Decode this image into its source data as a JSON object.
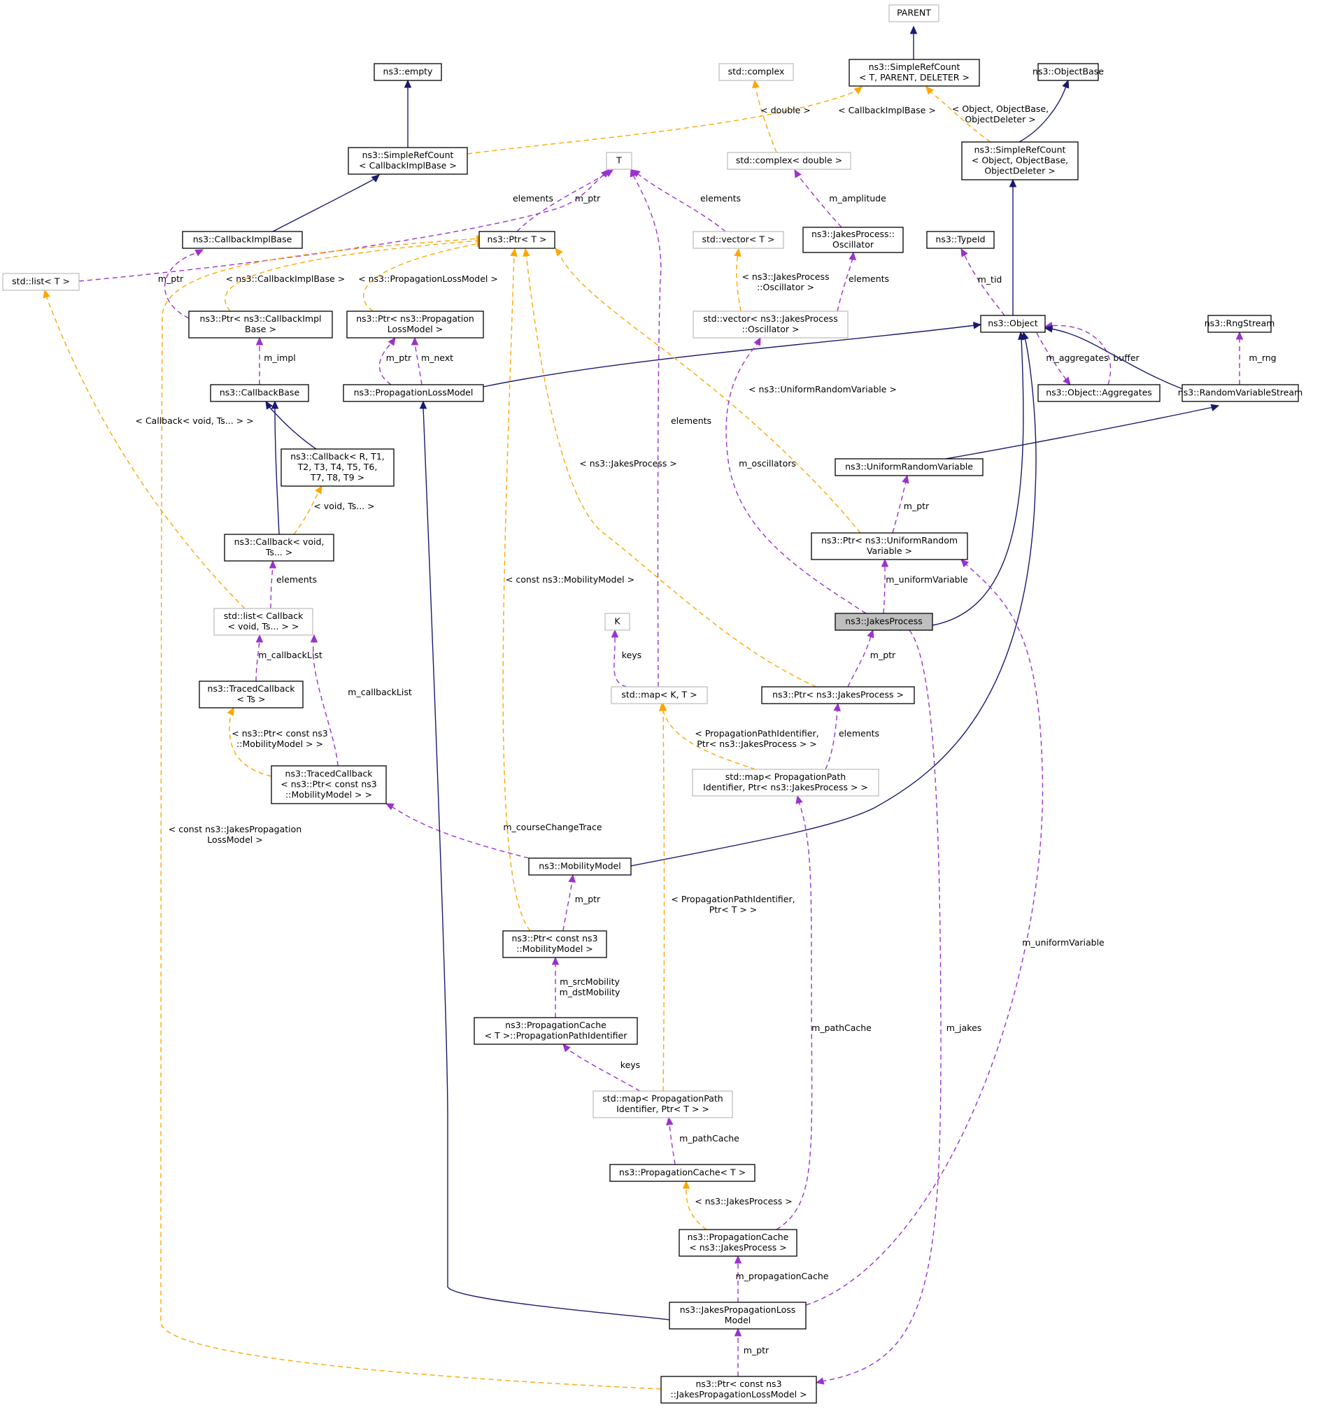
{
  "diagram": {
    "nodes": [
      {
        "id": "PARENT",
        "lines": [
          "PARENT"
        ],
        "ext": true
      },
      {
        "id": "SRC_T",
        "lines": [
          "ns3::SimpleRefCount",
          "< T, PARENT, DELETER >"
        ]
      },
      {
        "id": "ObjectBase",
        "lines": [
          "ns3::ObjectBase"
        ]
      },
      {
        "id": "empty",
        "lines": [
          "ns3::empty"
        ]
      },
      {
        "id": "stdcomplex",
        "lines": [
          "std::complex"
        ],
        "ext": true
      },
      {
        "id": "SRC_Obj",
        "lines": [
          "ns3::SimpleRefCount",
          "< Object, ObjectBase,",
          "ObjectDeleter >"
        ]
      },
      {
        "id": "SRC_CIB",
        "lines": [
          "ns3::SimpleRefCount",
          "< CallbackImplBase >"
        ]
      },
      {
        "id": "cplxd",
        "lines": [
          "std::complex< double >"
        ],
        "ext": true
      },
      {
        "id": "T",
        "lines": [
          "T"
        ],
        "ext": true
      },
      {
        "id": "CIB",
        "lines": [
          "ns3::CallbackImplBase"
        ]
      },
      {
        "id": "PtrT",
        "lines": [
          "ns3::Ptr< T >"
        ]
      },
      {
        "id": "stdlistT",
        "lines": [
          "std::list< T >"
        ],
        "ext": true
      },
      {
        "id": "vecT",
        "lines": [
          "std::vector< T >"
        ],
        "ext": true
      },
      {
        "id": "Osc",
        "lines": [
          "ns3::JakesProcess::",
          "Oscillator"
        ]
      },
      {
        "id": "TypeId",
        "lines": [
          "ns3::TypeId"
        ]
      },
      {
        "id": "PtrCIB",
        "lines": [
          "ns3::Ptr< ns3::CallbackImpl",
          "Base >"
        ]
      },
      {
        "id": "PtrPLM",
        "lines": [
          "ns3::Ptr< ns3::Propagation",
          "LossModel >"
        ]
      },
      {
        "id": "vecOsc",
        "lines": [
          "std::vector< ns3::JakesProcess",
          "::Oscillator >"
        ],
        "ext": true
      },
      {
        "id": "Object",
        "lines": [
          "ns3::Object"
        ]
      },
      {
        "id": "RngStream",
        "lines": [
          "ns3::RngStream"
        ]
      },
      {
        "id": "CB",
        "lines": [
          "ns3::CallbackBase"
        ]
      },
      {
        "id": "PLM",
        "lines": [
          "ns3::PropagationLossModel"
        ]
      },
      {
        "id": "Agg",
        "lines": [
          "ns3::Object::Aggregates"
        ]
      },
      {
        "id": "RVS",
        "lines": [
          "ns3::RandomVariableStream"
        ]
      },
      {
        "id": "CB9",
        "lines": [
          "ns3::Callback< R, T1,",
          "T2, T3, T4, T5, T6,",
          "T7, T8, T9 >"
        ]
      },
      {
        "id": "URV",
        "lines": [
          "ns3::UniformRandomVariable"
        ]
      },
      {
        "id": "CBv",
        "lines": [
          "ns3::Callback< void,",
          "Ts... >"
        ]
      },
      {
        "id": "PtrURV",
        "lines": [
          "ns3::Ptr< ns3::UniformRandom",
          "Variable >"
        ]
      },
      {
        "id": "listCB",
        "lines": [
          "std::list< Callback",
          "< void, Ts... > >"
        ],
        "ext": true
      },
      {
        "id": "K",
        "lines": [
          "K"
        ],
        "ext": true
      },
      {
        "id": "JP",
        "lines": [
          "ns3::JakesProcess"
        ],
        "hl": true
      },
      {
        "id": "TC",
        "lines": [
          "ns3::TracedCallback",
          "< Ts >"
        ]
      },
      {
        "id": "mapKT",
        "lines": [
          "std::map< K, T >"
        ],
        "ext": true
      },
      {
        "id": "PtrJP",
        "lines": [
          "ns3::Ptr< ns3::JakesProcess >"
        ]
      },
      {
        "id": "mapPPI_JP",
        "lines": [
          "std::map< PropagationPath",
          "Identifier, Ptr< ns3::JakesProcess > >"
        ],
        "ext": true
      },
      {
        "id": "TCMM",
        "lines": [
          "ns3::TracedCallback",
          "< ns3::Ptr< const ns3",
          "::MobilityModel > >"
        ]
      },
      {
        "id": "MM",
        "lines": [
          "ns3::MobilityModel"
        ]
      },
      {
        "id": "PtrMM",
        "lines": [
          "ns3::Ptr< const ns3",
          "::MobilityModel >"
        ]
      },
      {
        "id": "PPI",
        "lines": [
          "ns3::PropagationCache",
          "< T >::PropagationPathIdentifier"
        ]
      },
      {
        "id": "mapPPI_T",
        "lines": [
          "std::map< PropagationPath",
          "Identifier, Ptr< T > >"
        ],
        "ext": true
      },
      {
        "id": "PCT",
        "lines": [
          "ns3::PropagationCache< T >"
        ]
      },
      {
        "id": "PCJP",
        "lines": [
          "ns3::PropagationCache",
          "< ns3::JakesProcess >"
        ]
      },
      {
        "id": "JPLM",
        "lines": [
          "ns3::JakesPropagationLoss",
          "Model"
        ]
      },
      {
        "id": "PtrJPLM",
        "lines": [
          "ns3::Ptr< const ns3",
          "::JakesPropagationLossModel >"
        ]
      }
    ],
    "edges": [
      {
        "from": "SRC_T",
        "to": "PARENT",
        "type": "inherit"
      },
      {
        "from": "SRC_Obj",
        "to": "ObjectBase",
        "type": "inherit"
      },
      {
        "from": "SRC_Obj",
        "to": "SRC_T",
        "type": "template",
        "label": [
          "< Object, ObjectBase,",
          "ObjectDeleter >"
        ]
      },
      {
        "from": "SRC_CIB",
        "to": "empty",
        "type": "inherit"
      },
      {
        "from": "SRC_CIB",
        "to": "SRC_T",
        "type": "template",
        "label": [
          "< CallbackImplBase >"
        ]
      },
      {
        "from": "cplxd",
        "to": "stdcomplex",
        "type": "template",
        "label": [
          "< double >"
        ]
      },
      {
        "from": "CIB",
        "to": "SRC_CIB",
        "type": "inherit"
      },
      {
        "from": "PtrT",
        "to": "T",
        "type": "usage",
        "label": [
          "m_ptr"
        ]
      },
      {
        "from": "stdlistT",
        "to": "T",
        "type": "usage",
        "label": [
          "elements"
        ]
      },
      {
        "from": "vecT",
        "to": "T",
        "type": "usage",
        "label": [
          "elements"
        ]
      },
      {
        "from": "Osc",
        "to": "cplxd",
        "type": "usage",
        "label": [
          "m_amplitude"
        ]
      },
      {
        "from": "PtrCIB",
        "to": "CIB",
        "type": "usage",
        "label": [
          "m_ptr"
        ]
      },
      {
        "from": "PtrCIB",
        "to": "PtrT",
        "type": "template",
        "label": [
          "< ns3::CallbackImplBase >"
        ]
      },
      {
        "from": "PtrPLM",
        "to": "PtrT",
        "type": "template",
        "label": [
          "< ns3::PropagationLossModel >"
        ]
      },
      {
        "from": "vecOsc",
        "to": "vecT",
        "type": "template",
        "label": [
          "< ns3::JakesProcess",
          "::Oscillator >"
        ]
      },
      {
        "from": "vecOsc",
        "to": "Osc",
        "type": "usage",
        "label": [
          "elements"
        ]
      },
      {
        "from": "Object",
        "to": "SRC_Obj",
        "type": "inherit"
      },
      {
        "from": "Object",
        "to": "TypeId",
        "type": "usage",
        "label": [
          "m_tid"
        ]
      },
      {
        "from": "Agg",
        "to": "Object",
        "type": "usage",
        "label": [
          "buffer"
        ]
      },
      {
        "from": "Object",
        "to": "Agg",
        "type": "usage",
        "label": [
          "m_aggregates"
        ]
      },
      {
        "from": "CB",
        "to": "PtrCIB",
        "type": "usage",
        "label": [
          "m_impl"
        ]
      },
      {
        "from": "PLM",
        "to": "Object",
        "type": "inherit"
      },
      {
        "from": "PLM",
        "to": "PtrPLM",
        "type": "usage",
        "label": [
          "m_ptr"
        ]
      },
      {
        "from": "PLM",
        "to": "PtrPLM",
        "type": "usage",
        "label": [
          "m_next"
        ]
      },
      {
        "from": "RVS",
        "to": "Object",
        "type": "inherit"
      },
      {
        "from": "RVS",
        "to": "RngStream",
        "type": "usage",
        "label": [
          "m_rng"
        ]
      },
      {
        "from": "CB9",
        "to": "CB",
        "type": "inherit"
      },
      {
        "from": "URV",
        "to": "RVS",
        "type": "inherit"
      },
      {
        "from": "CBv",
        "to": "CB",
        "type": "inherit"
      },
      {
        "from": "CBv",
        "to": "CB9",
        "type": "template",
        "label": [
          "< void, Ts... >"
        ]
      },
      {
        "from": "PtrURV",
        "to": "URV",
        "type": "usage",
        "label": [
          "m_ptr"
        ]
      },
      {
        "from": "PtrURV",
        "to": "PtrT",
        "type": "template",
        "label": [
          "< ns3::UniformRandomVariable >"
        ]
      },
      {
        "from": "listCB",
        "to": "CBv",
        "type": "usage",
        "label": [
          "elements"
        ]
      },
      {
        "from": "listCB",
        "to": "stdlistT",
        "type": "template",
        "label": [
          "< Callback< void, Ts... > >"
        ]
      },
      {
        "from": "JP",
        "to": "Object",
        "type": "inherit"
      },
      {
        "from": "JP",
        "to": "PtrURV",
        "type": "usage",
        "label": [
          "m_uniformVariable"
        ]
      },
      {
        "from": "JP",
        "to": "vecOsc",
        "type": "usage",
        "label": [
          "m_oscillators"
        ]
      },
      {
        "from": "TC",
        "to": "listCB",
        "type": "usage",
        "label": [
          "m_callbackList"
        ]
      },
      {
        "from": "mapKT",
        "to": "K",
        "type": "usage",
        "label": [
          "keys"
        ]
      },
      {
        "from": "mapKT",
        "to": "T",
        "type": "usage",
        "label": [
          "elements"
        ]
      },
      {
        "from": "PtrJP",
        "to": "JP",
        "type": "usage",
        "label": [
          "m_ptr"
        ]
      },
      {
        "from": "PtrJP",
        "to": "PtrT",
        "type": "template",
        "label": [
          "< ns3::JakesProcess >"
        ]
      },
      {
        "from": "mapPPI_JP",
        "to": "PtrJP",
        "type": "usage",
        "label": [
          "elements"
        ]
      },
      {
        "from": "mapPPI_JP",
        "to": "mapKT",
        "type": "template",
        "label": [
          "< PropagationPathIdentifier,",
          "Ptr< ns3::JakesProcess > >"
        ]
      },
      {
        "from": "TCMM",
        "to": "listCB",
        "type": "usage",
        "label": [
          "m_callbackList"
        ]
      },
      {
        "from": "TCMM",
        "to": "TC",
        "type": "template",
        "label": [
          "< ns3::Ptr< const ns3",
          "::MobilityModel > >"
        ]
      },
      {
        "from": "MM",
        "to": "Object",
        "type": "inherit"
      },
      {
        "from": "MM",
        "to": "TCMM",
        "type": "usage",
        "label": [
          "m_courseChangeTrace"
        ]
      },
      {
        "from": "PtrMM",
        "to": "MM",
        "type": "usage",
        "label": [
          "m_ptr"
        ]
      },
      {
        "from": "PtrMM",
        "to": "PtrT",
        "type": "template",
        "label": [
          "< const ns3::MobilityModel >"
        ]
      },
      {
        "from": "PPI",
        "to": "PtrMM",
        "type": "usage",
        "label": [
          "m_srcMobility",
          "m_dstMobility"
        ]
      },
      {
        "from": "mapPPI_T",
        "to": "PPI",
        "type": "usage",
        "label": [
          "keys"
        ]
      },
      {
        "from": "mapPPI_T",
        "to": "mapKT",
        "type": "template",
        "label": [
          "< PropagationPathIdentifier,",
          "Ptr< T > >"
        ]
      },
      {
        "from": "PCT",
        "to": "mapPPI_T",
        "type": "usage",
        "label": [
          "m_pathCache"
        ]
      },
      {
        "from": "PCJP",
        "to": "PCT",
        "type": "template",
        "label": [
          "< ns3::JakesProcess >"
        ]
      },
      {
        "from": "PCJP",
        "to": "mapPPI_JP",
        "type": "usage",
        "label": [
          "m_pathCache"
        ]
      },
      {
        "from": "JPLM",
        "to": "PLM",
        "type": "inherit"
      },
      {
        "from": "JPLM",
        "to": "PCJP",
        "type": "usage",
        "label": [
          "m_propagationCache"
        ]
      },
      {
        "from": "JPLM",
        "to": "PtrURV",
        "type": "usage",
        "label": [
          "m_uniformVariable"
        ]
      },
      {
        "from": "PtrJPLM",
        "to": "JPLM",
        "type": "usage",
        "label": [
          "m_ptr"
        ]
      },
      {
        "from": "JP",
        "to": "PtrJPLM",
        "type": "usage",
        "label": [
          "m_jakes"
        ]
      },
      {
        "from": "PtrJPLM",
        "to": "PtrT",
        "type": "template",
        "label": [
          "< const ns3::JakesPropagation",
          "LossModel >"
        ]
      }
    ]
  }
}
